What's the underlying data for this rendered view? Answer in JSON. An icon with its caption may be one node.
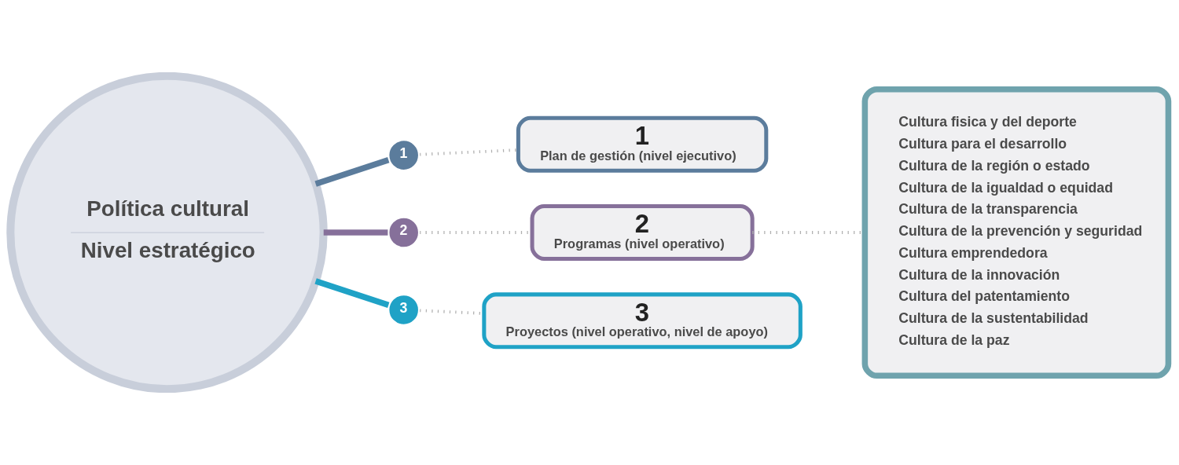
{
  "diagram": {
    "nodes": [
      {
        "text": [
          "Política cultural",
          "Nivel estratégico"
        ]
      },
      {
        "text": [
          "1"
        ]
      },
      {
        "text": [
          "2"
        ]
      },
      {
        "text": [
          "3"
        ]
      },
      {
        "text": [
          "1",
          "Plan de gestión (nivel ejecutivo)"
        ]
      },
      {
        "text": [
          "2",
          "Programas (nivel operativo)"
        ]
      },
      {
        "text": [
          "3",
          "Proyectos (nivel operativo, nivel de apoyo)"
        ]
      },
      {
        "text": [
          "Cultura fisica y del deporte",
          "Cultura para el desarrollo",
          "Cultura de la región o estado",
          "Cultura de la igualdad o equidad",
          "Cultura de la transparencia",
          "Cultura de la prevención y seguridad",
          "Cultura emprendedora",
          "Cultura de la innovación",
          "Cultura del patentamiento",
          "Cultura de la sustentabilidad",
          "Cultura de la paz"
        ]
      }
    ],
    "edges": [
      {
        "from": 0,
        "to": 1,
        "arrow": "none",
        "style": "thick",
        "color": "#5b7c9c"
      },
      {
        "from": 0,
        "to": 2,
        "arrow": "none",
        "style": "thick",
        "color": "#86709a"
      },
      {
        "from": 0,
        "to": 3,
        "arrow": "none",
        "style": "thick",
        "color": "#1fa2c6"
      },
      {
        "from": 1,
        "to": 4,
        "arrow": "none",
        "style": "dashed"
      },
      {
        "from": 2,
        "to": 5,
        "arrow": "none",
        "style": "dashed"
      },
      {
        "from": 3,
        "to": 6,
        "arrow": "none",
        "style": "dashed"
      },
      {
        "from": 5,
        "to": 7,
        "arrow": "none",
        "style": "dashed"
      }
    ]
  }
}
